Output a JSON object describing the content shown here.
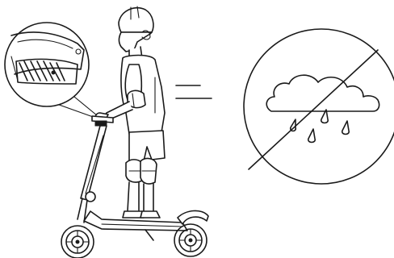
{
  "figure": {
    "subject": "rider-on-scooter",
    "callout": "handlebar-button-detail",
    "warning": "no-riding-in-rain"
  },
  "colors": {
    "line": "#1a1a1a",
    "background": "#ffffff"
  }
}
